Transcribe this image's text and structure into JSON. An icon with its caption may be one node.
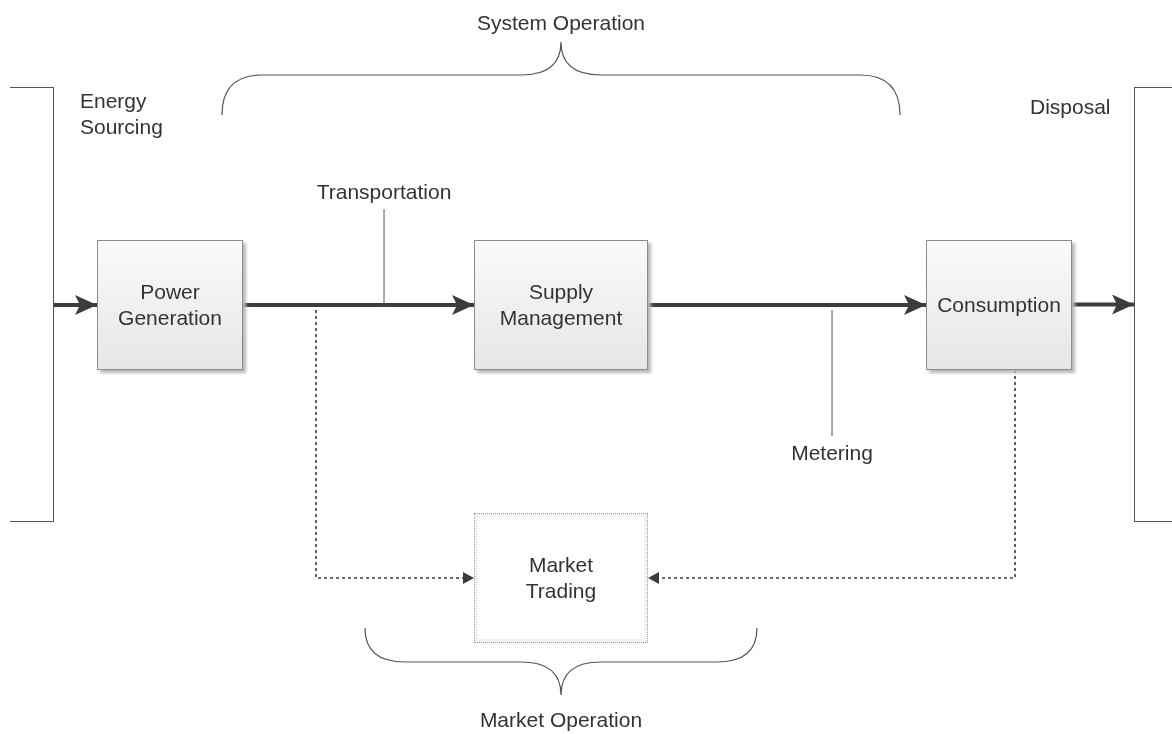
{
  "diagram": {
    "nodes": [
      {
        "text": [
          "Power Generation"
        ]
      },
      {
        "text": [
          "Supply Management"
        ]
      },
      {
        "text": [
          "Consumption"
        ]
      },
      {
        "text": [
          "Market Trading"
        ]
      },
      {
        "text": [
          "Transportation"
        ]
      },
      {
        "text": [
          "Metering"
        ]
      },
      {
        "text": [
          "Energy Sourcing"
        ]
      },
      {
        "text": [
          "Disposal"
        ]
      }
    ],
    "edges": [
      {
        "from": 6,
        "to": 0,
        "arrow": "to",
        "style": "thick"
      },
      {
        "from": 0,
        "to": 1,
        "arrow": "to",
        "style": "thick"
      },
      {
        "from": 1,
        "to": 2,
        "arrow": "to",
        "style": "thick"
      },
      {
        "from": 2,
        "to": 7,
        "arrow": "to",
        "style": "thick"
      },
      {
        "from": 0,
        "to": 3,
        "arrow": "to",
        "style": "dashed"
      },
      {
        "from": 2,
        "to": 3,
        "arrow": "to",
        "style": "dashed"
      },
      {
        "from": 4,
        "to": null,
        "arrow": "none"
      },
      {
        "from": 5,
        "to": null,
        "arrow": "none"
      }
    ],
    "labels": [
      "System Operation",
      "Market Operation"
    ]
  }
}
